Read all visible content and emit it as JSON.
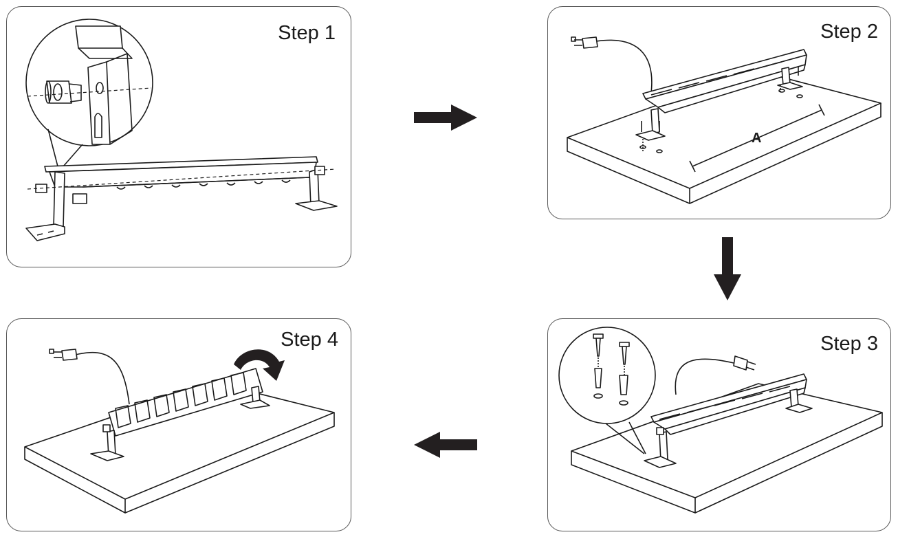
{
  "steps": [
    {
      "label": "Step 1"
    },
    {
      "label": "Step 2"
    },
    {
      "label": "Step 3"
    },
    {
      "label": "Step 4"
    }
  ],
  "dimension_label": "A",
  "flow": [
    "Step 1",
    "Step 2",
    "Step 3",
    "Step 4"
  ],
  "colors": {
    "line": "#1a1a1a",
    "arrow": "#231f20",
    "border": "#555555"
  }
}
